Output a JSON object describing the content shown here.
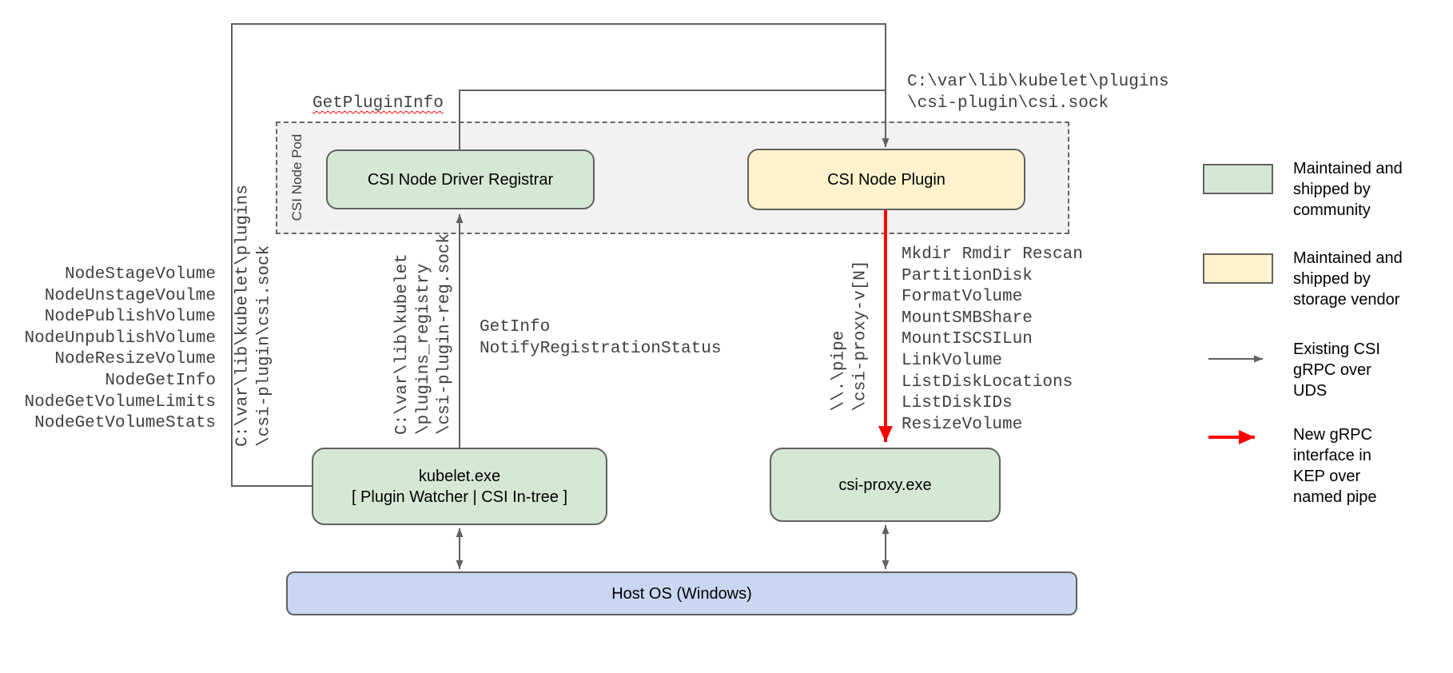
{
  "colors": {
    "box_green": "#d5e8d4",
    "box_yellow": "#fff2cc",
    "box_blue": "#c9d7f2",
    "pod_background": "#f2f2f2",
    "border_gray": "#616161",
    "arrow_gray": "#616161",
    "arrow_red": "#ff0000",
    "squiggle_red": "#ff0000"
  },
  "pod": {
    "label": "CSI Node Pod"
  },
  "nodes": {
    "registrar": "CSI Node Driver Registrar",
    "plugin": "CSI Node Plugin",
    "kubelet": [
      "kubelet.exe",
      "[ Plugin Watcher | CSI In-tree ]"
    ],
    "csi_proxy": "csi-proxy.exe",
    "host_os": "Host OS (Windows)"
  },
  "labels": {
    "get_plugin_info": "GetPluginInfo",
    "csi_sock_path_top": [
      "C:\\var\\lib\\kubelet\\plugins",
      "\\csi-plugin\\csi.sock"
    ],
    "csi_sock_path_left": [
      "C:\\var\\lib\\kubelet\\plugins",
      "\\csi-plugin\\csi.sock"
    ],
    "registration_sock_path": [
      "C:\\var\\lib\\kubelet",
      "\\plugins_registry",
      "\\csi-plugin-reg.sock"
    ],
    "named_pipe": [
      "\\\\.\\pipe",
      "\\csi-proxy-v[N]"
    ],
    "registration_calls": [
      "GetInfo",
      "NotifyRegistrationStatus"
    ],
    "node_calls": [
      "NodeStageVolume",
      "NodeUnstageVoulme",
      "NodePublishVolume",
      "NodeUnpublishVolume",
      "NodeResizeVolume",
      "NodeGetInfo",
      "NodeGetVolumeLimits",
      "NodeGetVolumeStats"
    ],
    "proxy_calls": [
      "Mkdir Rmdir Rescan",
      "PartitionDisk",
      "FormatVolume",
      "MountSMBShare",
      "MountISCSILun",
      "LinkVolume",
      "ListDiskLocations",
      "ListDiskIDs",
      "ResizeVolume"
    ]
  },
  "legend": {
    "community": [
      "Maintained and",
      "shipped by",
      "community"
    ],
    "storage_vendor": [
      "Maintained and",
      "shipped by",
      "storage vendor"
    ],
    "existing_grpc": [
      "Existing CSI",
      "gRPC over",
      "UDS"
    ],
    "new_grpc": [
      "New gRPC",
      "interface in",
      "KEP over",
      "named pipe"
    ]
  }
}
